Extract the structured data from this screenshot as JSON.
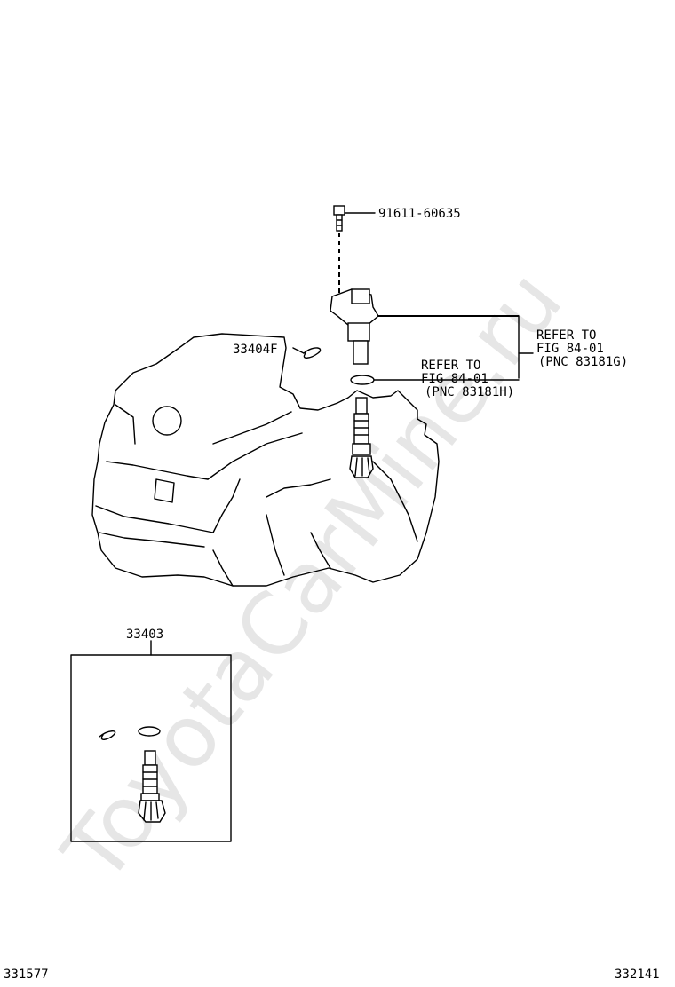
{
  "watermark": "ToyotaCarMine.ru",
  "parts": {
    "bolt": "91611-60635",
    "sensor_ref_line1": "REFER TO",
    "sensor_ref_line2": "FIG 84-01",
    "sensor_ref_line3": "(PNC 83181G)",
    "oring_ref_line1": "REFER TO",
    "oring_ref_line2": "FIG 84-01",
    "oring_ref_line3": "(PNC 83181H)",
    "clip": "33404F",
    "kit": "33403"
  },
  "footer": {
    "left_code": "331577",
    "right_code": "332141"
  }
}
